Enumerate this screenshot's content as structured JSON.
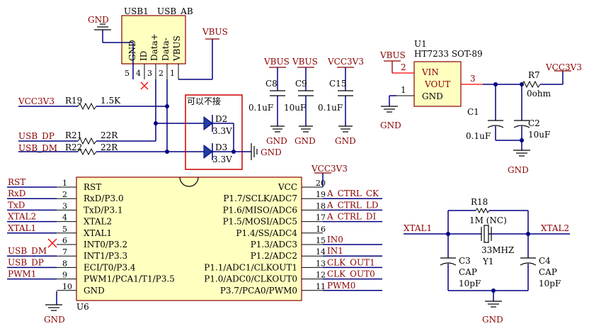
{
  "gnd_label": "GND",
  "usb": {
    "designator": "USB1",
    "part": "USB_AB",
    "pins": [
      "GND",
      "ID",
      "Data+",
      "Data-",
      "VBUS"
    ],
    "pin_numbers": [
      "5",
      "4",
      "3",
      "2",
      "1"
    ]
  },
  "nets": {
    "vbus": "VBUS",
    "vcc3v3": "VCC3V3",
    "usb_dp": "USB_DP",
    "usb_dm": "USB_DM"
  },
  "resistors": {
    "r19": {
      "ref": "R19",
      "value": "1.5K"
    },
    "r21": {
      "ref": "R21",
      "value": "22R"
    },
    "r22": {
      "ref": "R22",
      "value": "22R"
    },
    "r7": {
      "ref": "R7",
      "value": "0ohm"
    },
    "r18": {
      "ref": "R18",
      "value": "1M (NC)"
    }
  },
  "tvs": {
    "note": "可以不接",
    "d2": {
      "ref": "D2",
      "value": "3.3V"
    },
    "d3": {
      "ref": "D3",
      "value": "3.3V"
    }
  },
  "caps": {
    "c8": {
      "ref": "C8",
      "value": "0.1uF",
      "net": "VBUS"
    },
    "c9": {
      "ref": "C9",
      "value": "10uF",
      "net": "VBUS"
    },
    "c15": {
      "ref": "C15",
      "value": "0.1uF",
      "net": "VCC3V3"
    },
    "c1": {
      "ref": "C1",
      "value": "0.1uF"
    },
    "c2": {
      "ref": "C2",
      "value": "10uF"
    },
    "c3": {
      "ref": "C3",
      "type": "CAP",
      "value": "10pF"
    },
    "c4": {
      "ref": "C4",
      "type": "CAP",
      "value": "10pF"
    }
  },
  "regulator": {
    "ref": "U1",
    "part": "HT7233 SOT-89",
    "pins": [
      "VIN",
      "VOUT",
      "GND"
    ],
    "pin_numbers": [
      "2",
      "3",
      "1"
    ]
  },
  "crystal": {
    "ref": "Y1",
    "value": "33MHZ",
    "net_left": "XTAL1",
    "net_right": "XTAL2"
  },
  "mcu": {
    "ref": "U6",
    "vcc_net": "VCC3V3",
    "left_pins": [
      {
        "num": "1",
        "name": "RST",
        "net": "RST"
      },
      {
        "num": "2",
        "name": "RxD/P3.0",
        "net": "RxD"
      },
      {
        "num": "3",
        "name": "TxD/P3.1",
        "net": "TxD"
      },
      {
        "num": "4",
        "name": "XTAL2",
        "net": "XTAL2"
      },
      {
        "num": "5",
        "name": "XTAL1",
        "net": "XTAL1"
      },
      {
        "num": "6",
        "name": "INT0/P3.2",
        "net": ""
      },
      {
        "num": "7",
        "name": "INT1/P3.3",
        "net": "USB_DM"
      },
      {
        "num": "8",
        "name": "ECI/T0/P3.4",
        "net": "USB_DP"
      },
      {
        "num": "9",
        "name": "PWM1/PCA1/T1/P3.5",
        "net": "PWM1"
      },
      {
        "num": "10",
        "name": "GND",
        "net": ""
      }
    ],
    "right_pins": [
      {
        "num": "20",
        "name": "VCC",
        "net": ""
      },
      {
        "num": "19",
        "name": "P1.7/SCLK/ADC7",
        "net": "A_CTRL_CK"
      },
      {
        "num": "18",
        "name": "P1.6/MISO/ADC6",
        "net": "A_CTRL_LD"
      },
      {
        "num": "17",
        "name": "P1.5/MOSI/ADC5",
        "net": "A_CTRL_DI"
      },
      {
        "num": "16",
        "name": "P1.4/SS/ADC4",
        "net": ""
      },
      {
        "num": "15",
        "name": "P1.3/ADC3",
        "net": "IN0"
      },
      {
        "num": "14",
        "name": "P1.2/ADC2",
        "net": "IN1"
      },
      {
        "num": "13",
        "name": "P1.1/ADC1/CLKOUT1",
        "net": "CLK_OUT1"
      },
      {
        "num": "12",
        "name": "P1.0/ADC0/CLKOUT0",
        "net": "CLK_OUT0"
      },
      {
        "num": "11",
        "name": "P3.7/PCA0/PWM0",
        "net": "PWM0"
      }
    ]
  }
}
